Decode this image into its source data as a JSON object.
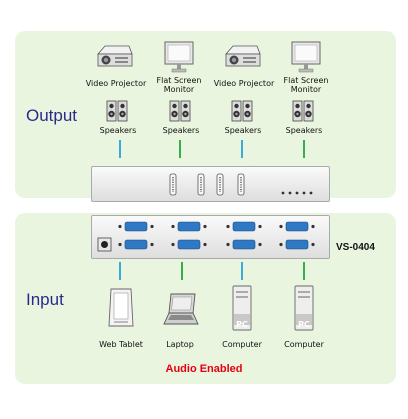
{
  "output": {
    "section_label": "Output",
    "devices": [
      {
        "label": "Video Projector",
        "icon": "projector-icon"
      },
      {
        "label": "Flat Screen Monitor",
        "icon": "monitor-icon"
      },
      {
        "label": "Video Projector",
        "icon": "projector-icon"
      },
      {
        "label": "Flat Screen Monitor",
        "icon": "monitor-icon"
      }
    ],
    "speakers": [
      "Speakers",
      "Speakers",
      "Speakers",
      "Speakers"
    ]
  },
  "input": {
    "section_label": "Input",
    "devices": [
      {
        "label": "Web Tablet",
        "icon": "web-tablet-icon"
      },
      {
        "label": "Laptop",
        "icon": "laptop-icon"
      },
      {
        "label": "Computer",
        "icon": "pc-tower-icon"
      },
      {
        "label": "Computer",
        "icon": "pc-tower-icon"
      }
    ]
  },
  "switcher": {
    "model": "VS-0404"
  },
  "pc_badge": "PC",
  "caption": "Audio Enabled",
  "colors": {
    "panel_bg": "#eaf5df",
    "video_cable": "#3aa9d8",
    "audio_cable": "#36ae4c",
    "section_text": "#2a2a8a",
    "caption_text": "#e60012"
  }
}
